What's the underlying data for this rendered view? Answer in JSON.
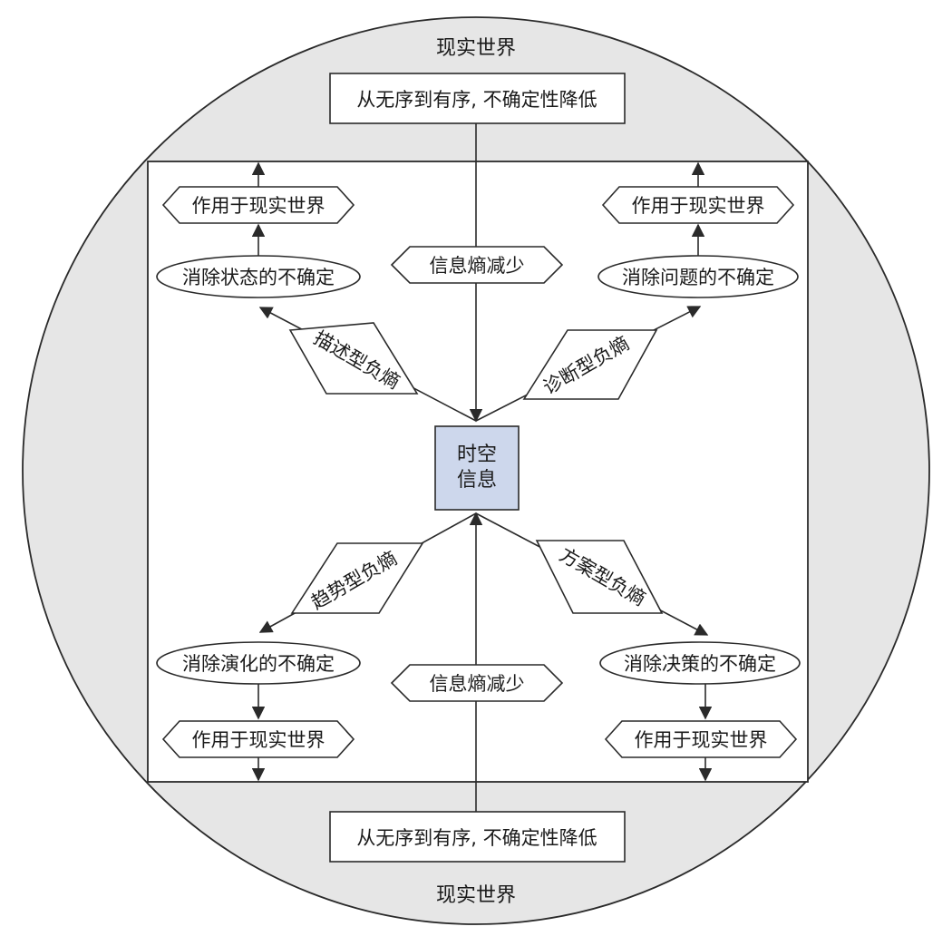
{
  "colors": {
    "world_fill": "#e6e6e6",
    "center_fill": "#cdd7ec",
    "stroke": "#2a2a2a"
  },
  "diagram": {
    "world_top_label": "现实世界",
    "world_bottom_label": "现实世界",
    "top_banner": "从无序到有序, 不确定性降低",
    "bottom_banner": "从无序到有序, 不确定性降低",
    "center": {
      "line1": "时空",
      "line2": "信息"
    },
    "entropy_top": "信息熵减少",
    "entropy_bottom": "信息熵减少",
    "quadrants": {
      "top_left": {
        "entropy": "描述型负熵",
        "uncertainty": "消除状态的不确定",
        "action": "作用于现实世界"
      },
      "top_right": {
        "entropy": "诊断型负熵",
        "uncertainty": "消除问题的不确定",
        "action": "作用于现实世界"
      },
      "bottom_left": {
        "entropy": "趋势型负熵",
        "uncertainty": "消除演化的不确定",
        "action": "作用于现实世界"
      },
      "bottom_right": {
        "entropy": "方案型负熵",
        "uncertainty": "消除决策的不确定",
        "action": "作用于现实世界"
      }
    }
  }
}
